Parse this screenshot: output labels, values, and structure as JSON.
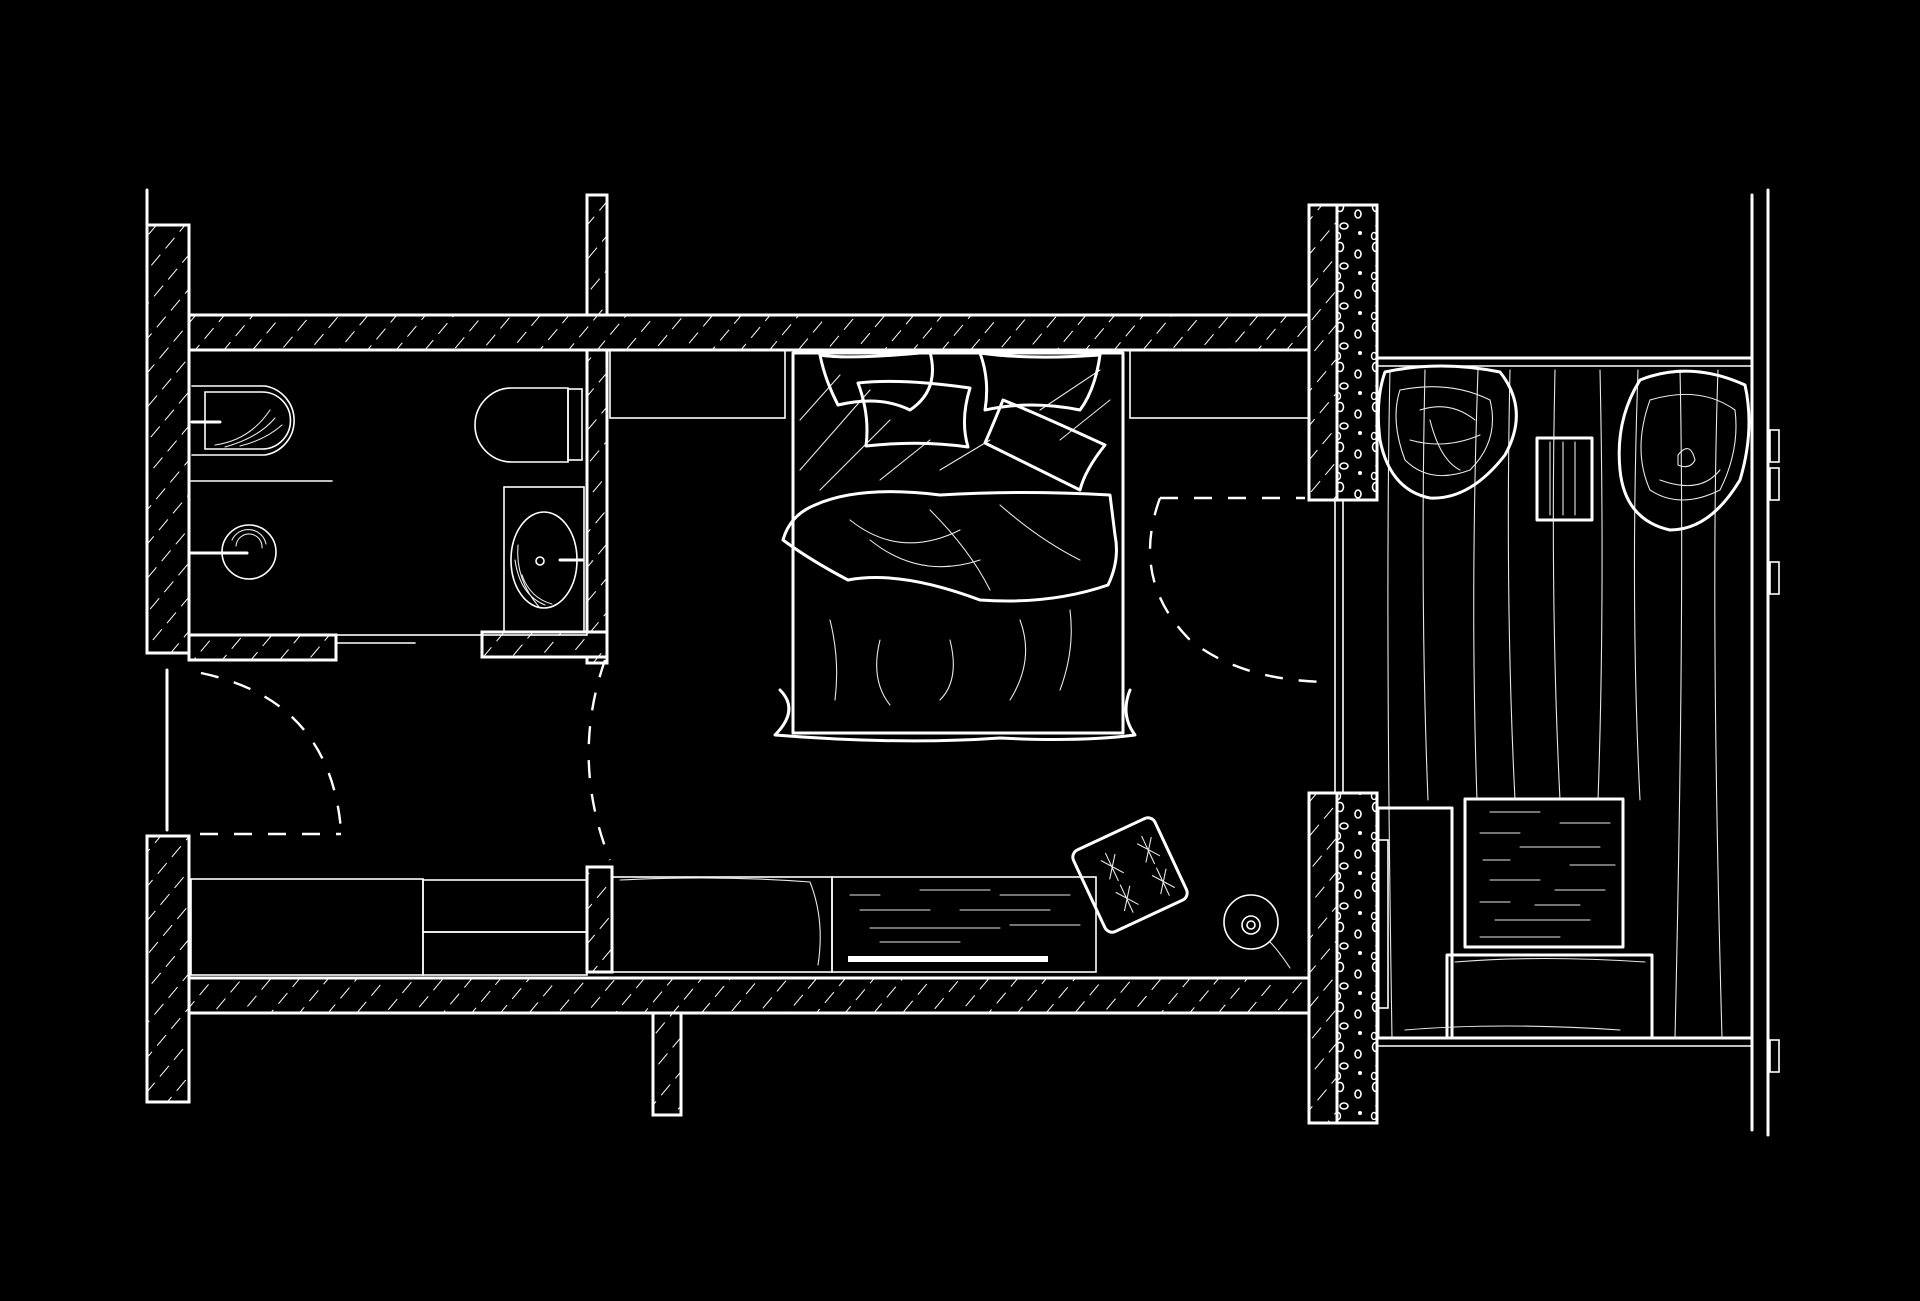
{
  "diagram": {
    "type": "architectural-floor-plan",
    "style": "hand-drawn line art",
    "colors": {
      "background": "#000000",
      "line": "#ffffff"
    },
    "rooms": [
      {
        "id": "bathroom",
        "fixtures": [
          "bidet",
          "toilet",
          "shower-drain",
          "washbasin"
        ]
      },
      {
        "id": "bedroom",
        "fixtures": [
          "double-bed",
          "pillows",
          "bench",
          "cabinet",
          "cushion",
          "floor-lamp"
        ]
      },
      {
        "id": "balcony",
        "fixtures": [
          "planter-left",
          "planter-right",
          "side-table",
          "table",
          "armchair",
          "deck-boards"
        ]
      },
      {
        "id": "closet",
        "fixtures": [
          "wardrobe-left",
          "wardrobe-right"
        ]
      }
    ]
  }
}
